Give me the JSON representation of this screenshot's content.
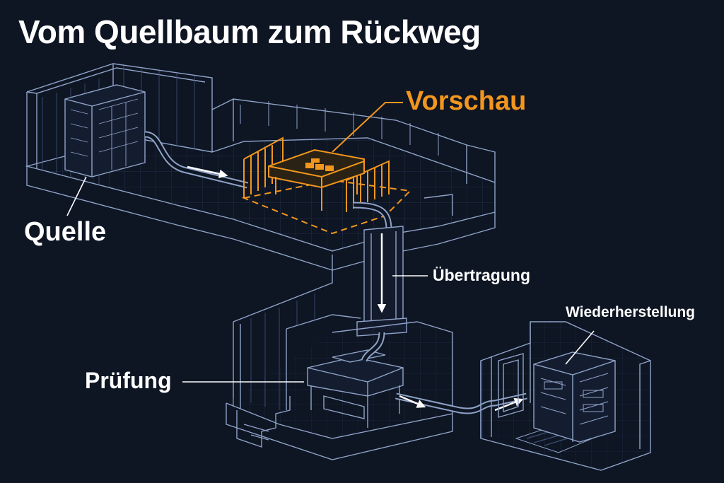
{
  "title": "Vom Quellbaum zum Rückweg",
  "labels": {
    "quelle": "Quelle",
    "vorschau": "Vorschau",
    "uebertragung": "Übertragung",
    "pruefung": "Prüfung",
    "wiederherstellung": "Wiederherstellung"
  },
  "colors": {
    "background": "#0e1523",
    "wireframe": "#8fa3c8",
    "highlight": "#f2961e",
    "text": "#ffffff"
  },
  "icons": {
    "server_rack": "server-rack-icon",
    "preview_table": "preview-table-icon",
    "inspection_bench": "inspection-bench-icon",
    "restore_cabinet": "restore-cabinet-icon"
  }
}
